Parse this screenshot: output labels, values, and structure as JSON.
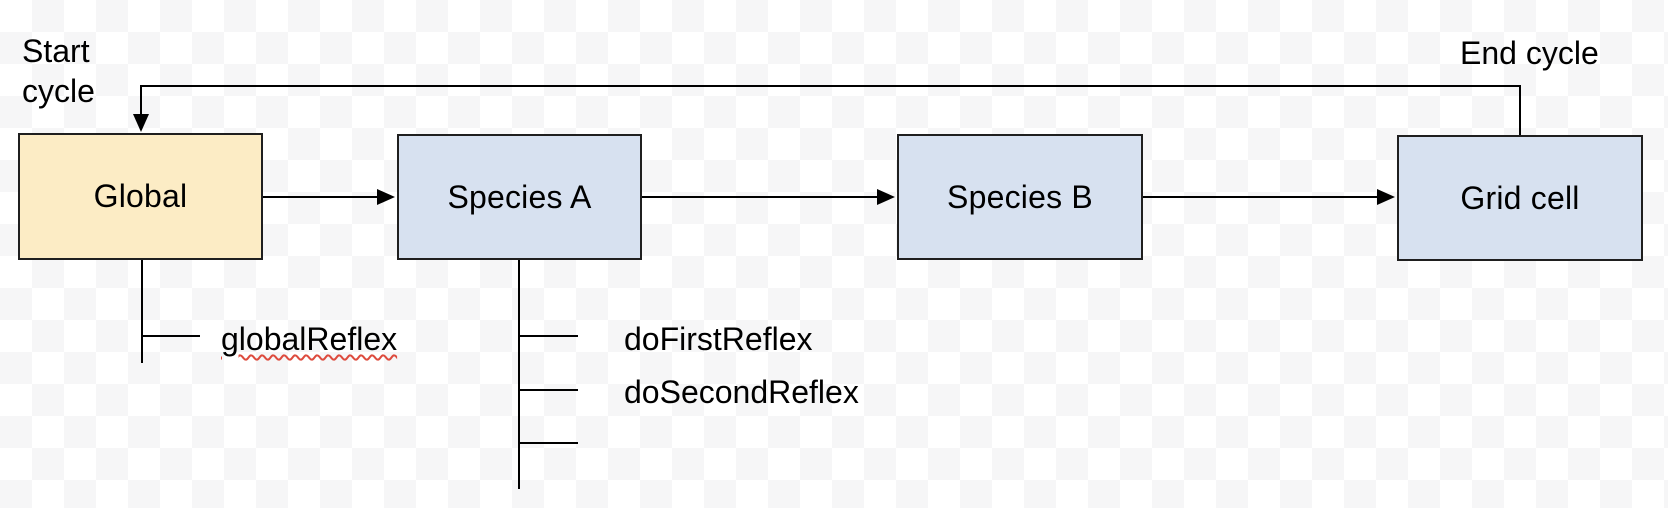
{
  "colors": {
    "node_yellow_fill": "#fcecc5",
    "node_blue_fill": "#d7e1f0",
    "node_border": "#1f1f1f",
    "connector": "#000000",
    "text": "#000000",
    "spellcheck_red": "#dd4b3e",
    "checker_a": "#ffffff",
    "checker_b": "#f6f6f7"
  },
  "annotations": {
    "start_cycle": "Start cycle",
    "end_cycle": "End cycle"
  },
  "nodes": [
    {
      "id": "global",
      "label": "Global",
      "color": "yellow"
    },
    {
      "id": "species-a",
      "label": "Species A",
      "color": "blue"
    },
    {
      "id": "species-b",
      "label": "Species B",
      "color": "blue"
    },
    {
      "id": "grid-cell",
      "label": "Grid cell",
      "color": "blue"
    }
  ],
  "method_calls": {
    "global": [
      "globalReflex"
    ],
    "species_a": [
      "doFirstReflex",
      "doSecondReflex"
    ]
  }
}
